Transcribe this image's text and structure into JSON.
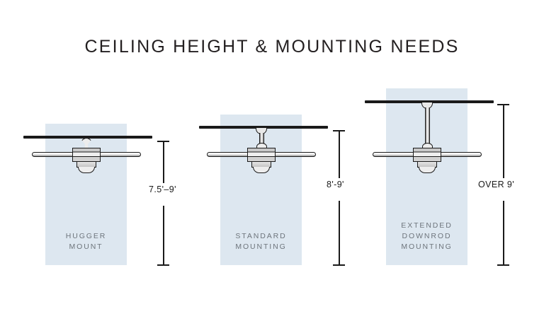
{
  "title": "CEILING HEIGHT & MOUNTING NEEDS",
  "colors": {
    "room_block": "#dde7f0",
    "ceiling": "#1a1a1a",
    "caption_text": "#6e757c",
    "title_text": "#231f20",
    "dimension_line": "#1a1a1a"
  },
  "panels": [
    {
      "caption_line1": "HUGGER",
      "caption_line2": "MOUNT",
      "caption_line3": "",
      "dimension_label": "7.5'–9'",
      "mount_type": "hugger"
    },
    {
      "caption_line1": "STANDARD",
      "caption_line2": "MOUNTING",
      "caption_line3": "",
      "dimension_label": "8'-9'",
      "mount_type": "standard-downrod"
    },
    {
      "caption_line1": "EXTENDED",
      "caption_line2": "DOWNROD",
      "caption_line3": "MOUNTING",
      "dimension_label": "OVER 9'",
      "mount_type": "extended-downrod"
    }
  ]
}
